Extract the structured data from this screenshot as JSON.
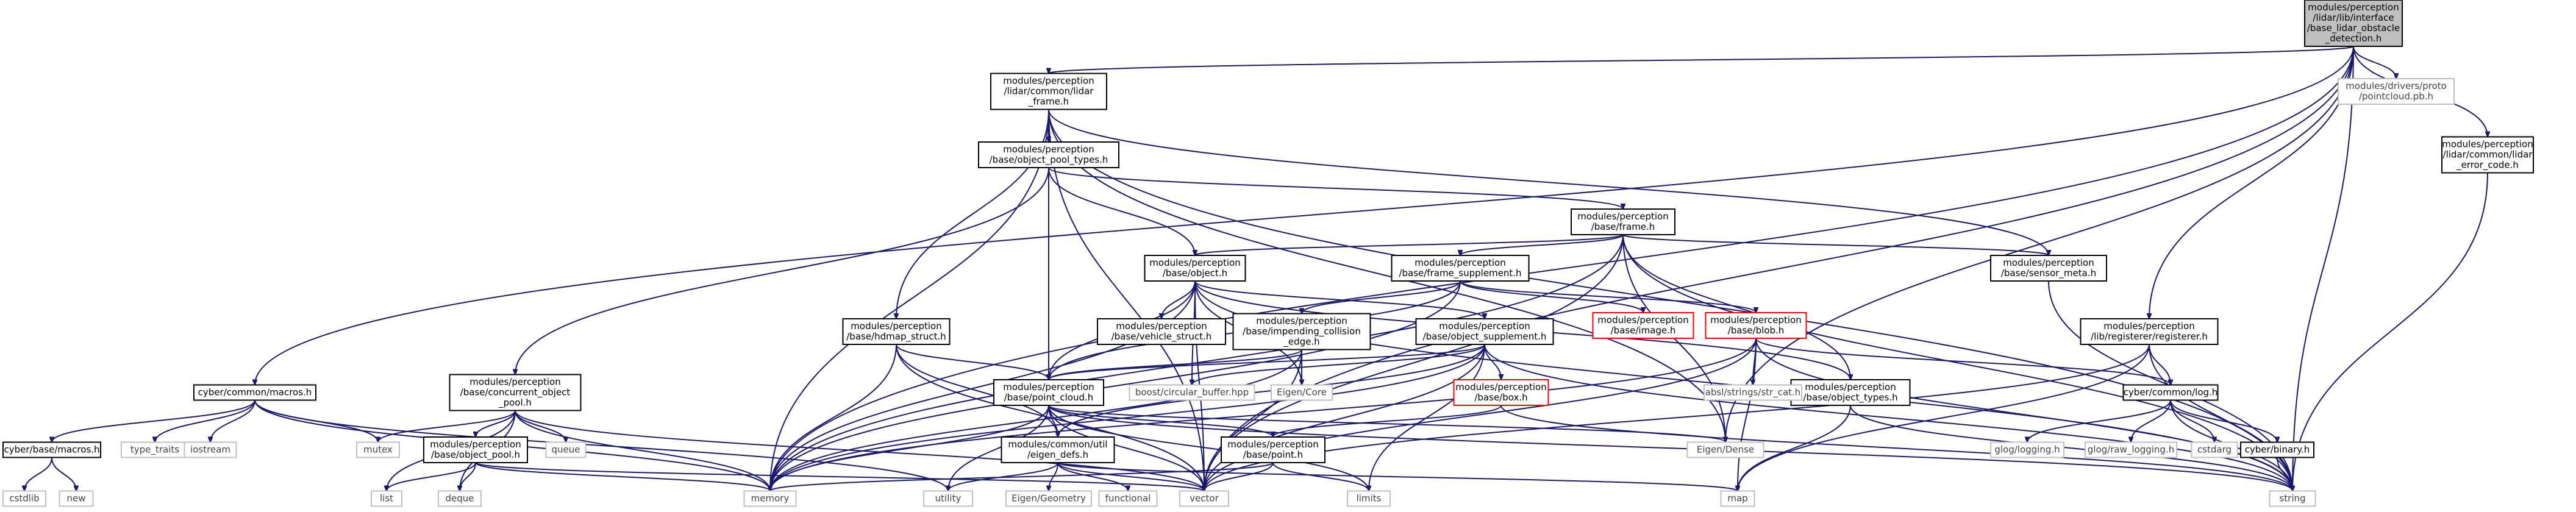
{
  "diagram": {
    "type": "include-dependency-graph",
    "colors": {
      "edge": "#191970",
      "node_border_documented": "#000000",
      "node_border_undocumented": "#bfbfbf",
      "node_border_truncated": "#ff0000",
      "root_fill": "#bfbfbf"
    },
    "nodes": [
      {
        "id": "root",
        "kind": "root",
        "lines": [
          "modules/perception",
          "/lidar/lib/interface",
          "/base_lidar_obstacle",
          "_detection.h"
        ]
      },
      {
        "id": "lidar_frame",
        "kind": "black",
        "lines": [
          "modules/perception",
          "/lidar/common/lidar",
          "_frame.h"
        ]
      },
      {
        "id": "macros",
        "kind": "black",
        "lines": [
          "cyber/common/macros.h"
        ]
      },
      {
        "id": "pointcloud_pb",
        "kind": "gray",
        "lines": [
          "modules/drivers/proto",
          "/pointcloud.pb.h"
        ]
      },
      {
        "id": "lidar_error_code",
        "kind": "black",
        "lines": [
          "modules/perception",
          "/lidar/common/lidar",
          "_error_code.h"
        ]
      },
      {
        "id": "object_pool_types",
        "kind": "black",
        "lines": [
          "modules/perception",
          "/base/object_pool_types.h"
        ]
      },
      {
        "id": "frame",
        "kind": "black",
        "lines": [
          "modules/perception",
          "/base/frame.h"
        ]
      },
      {
        "id": "object",
        "kind": "black",
        "lines": [
          "modules/perception",
          "/base/object.h"
        ]
      },
      {
        "id": "frame_supplement",
        "kind": "black",
        "lines": [
          "modules/perception",
          "/base/frame_supplement.h"
        ]
      },
      {
        "id": "sensor_meta",
        "kind": "black",
        "lines": [
          "modules/perception",
          "/base/sensor_meta.h"
        ]
      },
      {
        "id": "registerer",
        "kind": "black",
        "lines": [
          "modules/perception",
          "/lib/registerer/registerer.h"
        ]
      },
      {
        "id": "hdmap_struct",
        "kind": "black",
        "lines": [
          "modules/perception",
          "/base/hdmap_struct.h"
        ]
      },
      {
        "id": "vehicle_struct",
        "kind": "black",
        "lines": [
          "modules/perception",
          "/base/vehicle_struct.h"
        ]
      },
      {
        "id": "impending_collision",
        "kind": "black",
        "lines": [
          "modules/perception",
          "/base/impending_collision",
          "_edge.h"
        ]
      },
      {
        "id": "object_supplement",
        "kind": "black",
        "lines": [
          "modules/perception",
          "/base/object_supplement.h"
        ]
      },
      {
        "id": "image",
        "kind": "red",
        "lines": [
          "modules/perception",
          "/base/image.h"
        ]
      },
      {
        "id": "blob",
        "kind": "red",
        "lines": [
          "modules/perception",
          "/base/blob.h"
        ]
      },
      {
        "id": "concurrent_object_pool",
        "kind": "black",
        "lines": [
          "modules/perception",
          "/base/concurrent_object",
          "_pool.h"
        ]
      },
      {
        "id": "point_cloud",
        "kind": "black",
        "lines": [
          "modules/perception",
          "/base/point_cloud.h"
        ]
      },
      {
        "id": "object_types",
        "kind": "black",
        "lines": [
          "modules/perception",
          "/base/object_types.h"
        ]
      },
      {
        "id": "box",
        "kind": "red",
        "lines": [
          "modules/perception",
          "/base/box.h"
        ]
      },
      {
        "id": "boost_circular",
        "kind": "gray",
        "lines": [
          "boost/circular_buffer.hpp"
        ]
      },
      {
        "id": "eigen_core",
        "kind": "gray",
        "lines": [
          "Eigen/Core"
        ]
      },
      {
        "id": "absl_strcat",
        "kind": "gray",
        "lines": [
          "absl/strings/str_cat.h"
        ]
      },
      {
        "id": "log",
        "kind": "black",
        "lines": [
          "cyber/common/log.h"
        ]
      },
      {
        "id": "base_macros",
        "kind": "black",
        "lines": [
          "cyber/base/macros.h"
        ]
      },
      {
        "id": "type_traits",
        "kind": "gray",
        "lines": [
          "type_traits"
        ]
      },
      {
        "id": "iostream",
        "kind": "gray",
        "lines": [
          "iostream"
        ]
      },
      {
        "id": "mutex",
        "kind": "gray",
        "lines": [
          "mutex"
        ]
      },
      {
        "id": "object_pool",
        "kind": "black",
        "lines": [
          "modules/perception",
          "/base/object_pool.h"
        ]
      },
      {
        "id": "queue",
        "kind": "gray",
        "lines": [
          "queue"
        ]
      },
      {
        "id": "eigen_defs",
        "kind": "black",
        "lines": [
          "modules/common/util",
          "/eigen_defs.h"
        ]
      },
      {
        "id": "point",
        "kind": "black",
        "lines": [
          "modules/perception",
          "/base/point.h"
        ]
      },
      {
        "id": "eigen_dense",
        "kind": "gray",
        "lines": [
          "Eigen/Dense"
        ]
      },
      {
        "id": "glog_logging",
        "kind": "gray",
        "lines": [
          "glog/logging.h"
        ]
      },
      {
        "id": "glog_raw",
        "kind": "gray",
        "lines": [
          "glog/raw_logging.h"
        ]
      },
      {
        "id": "cstdarg",
        "kind": "gray",
        "lines": [
          "cstdarg"
        ]
      },
      {
        "id": "cyber_binary",
        "kind": "black",
        "lines": [
          "cyber/binary.h"
        ]
      },
      {
        "id": "cstdlib",
        "kind": "gray",
        "lines": [
          "cstdlib"
        ]
      },
      {
        "id": "new",
        "kind": "gray",
        "lines": [
          "new"
        ]
      },
      {
        "id": "list",
        "kind": "gray",
        "lines": [
          "list"
        ]
      },
      {
        "id": "deque",
        "kind": "gray",
        "lines": [
          "deque"
        ]
      },
      {
        "id": "memory",
        "kind": "gray",
        "lines": [
          "memory"
        ]
      },
      {
        "id": "utility",
        "kind": "gray",
        "lines": [
          "utility"
        ]
      },
      {
        "id": "eigen_geometry",
        "kind": "gray",
        "lines": [
          "Eigen/Geometry"
        ]
      },
      {
        "id": "functional",
        "kind": "gray",
        "lines": [
          "functional"
        ]
      },
      {
        "id": "vector",
        "kind": "gray",
        "lines": [
          "vector"
        ]
      },
      {
        "id": "limits",
        "kind": "gray",
        "lines": [
          "limits"
        ]
      },
      {
        "id": "map",
        "kind": "gray",
        "lines": [
          "map"
        ]
      },
      {
        "id": "string",
        "kind": "gray",
        "lines": [
          "string"
        ]
      }
    ],
    "edges": [
      [
        "root",
        "lidar_frame"
      ],
      [
        "root",
        "macros"
      ],
      [
        "root",
        "pointcloud_pb"
      ],
      [
        "root",
        "lidar_error_code"
      ],
      [
        "root",
        "registerer"
      ],
      [
        "root",
        "memory"
      ],
      [
        "root",
        "string"
      ],
      [
        "root",
        "vector"
      ],
      [
        "root",
        "eigen_dense"
      ],
      [
        "lidar_frame",
        "object_pool_types"
      ],
      [
        "lidar_frame",
        "hdmap_struct"
      ],
      [
        "lidar_frame",
        "point_cloud"
      ],
      [
        "lidar_frame",
        "sensor_meta"
      ],
      [
        "lidar_frame",
        "memory"
      ],
      [
        "lidar_frame",
        "vector"
      ],
      [
        "lidar_frame",
        "string"
      ],
      [
        "lidar_frame",
        "eigen_dense"
      ],
      [
        "object_pool_types",
        "concurrent_object_pool"
      ],
      [
        "object_pool_types",
        "frame"
      ],
      [
        "object_pool_types",
        "object"
      ],
      [
        "object_pool_types",
        "point_cloud"
      ],
      [
        "frame",
        "object"
      ],
      [
        "frame",
        "frame_supplement"
      ],
      [
        "frame",
        "sensor_meta"
      ],
      [
        "frame",
        "object_types"
      ],
      [
        "frame",
        "memory"
      ],
      [
        "frame",
        "vector"
      ],
      [
        "frame",
        "eigen_dense"
      ],
      [
        "frame",
        "string"
      ],
      [
        "object",
        "vehicle_struct"
      ],
      [
        "object",
        "object_supplement"
      ],
      [
        "object",
        "object_types"
      ],
      [
        "object",
        "point_cloud"
      ],
      [
        "object",
        "boost_circular"
      ],
      [
        "object",
        "eigen_core"
      ],
      [
        "object",
        "memory"
      ],
      [
        "object",
        "vector"
      ],
      [
        "object",
        "string"
      ],
      [
        "frame_supplement",
        "impending_collision"
      ],
      [
        "frame_supplement",
        "image"
      ],
      [
        "frame_supplement",
        "blob"
      ],
      [
        "frame_supplement",
        "point_cloud"
      ],
      [
        "frame_supplement",
        "memory"
      ],
      [
        "sensor_meta",
        "string"
      ],
      [
        "registerer",
        "log"
      ],
      [
        "registerer",
        "map"
      ],
      [
        "registerer",
        "string"
      ],
      [
        "registerer",
        "vector"
      ],
      [
        "hdmap_struct",
        "point_cloud"
      ],
      [
        "hdmap_struct",
        "eigen_defs"
      ],
      [
        "hdmap_struct",
        "memory"
      ],
      [
        "hdmap_struct",
        "vector"
      ],
      [
        "impending_collision",
        "point_cloud"
      ],
      [
        "impending_collision",
        "eigen_core"
      ],
      [
        "impending_collision",
        "memory"
      ],
      [
        "impending_collision",
        "vector"
      ],
      [
        "object_supplement",
        "box"
      ],
      [
        "object_supplement",
        "point_cloud"
      ],
      [
        "object_supplement",
        "boost_circular"
      ],
      [
        "object_supplement",
        "memory"
      ],
      [
        "object_supplement",
        "vector"
      ],
      [
        "object_supplement",
        "string"
      ],
      [
        "object_supplement",
        "limits"
      ],
      [
        "object_supplement",
        "eigen_defs"
      ],
      [
        "blob",
        "absl_strcat"
      ],
      [
        "blob",
        "log"
      ],
      [
        "blob",
        "memory"
      ],
      [
        "blob",
        "string"
      ],
      [
        "blob",
        "vector"
      ],
      [
        "blob",
        "map"
      ],
      [
        "concurrent_object_pool",
        "object_pool"
      ],
      [
        "concurrent_object_pool",
        "mutex"
      ],
      [
        "concurrent_object_pool",
        "queue"
      ],
      [
        "concurrent_object_pool",
        "list"
      ],
      [
        "concurrent_object_pool",
        "deque"
      ],
      [
        "concurrent_object_pool",
        "memory"
      ],
      [
        "concurrent_object_pool",
        "vector"
      ],
      [
        "point_cloud",
        "eigen_defs"
      ],
      [
        "point_cloud",
        "point"
      ],
      [
        "point_cloud",
        "eigen_dense"
      ],
      [
        "point_cloud",
        "memory"
      ],
      [
        "point_cloud",
        "vector"
      ],
      [
        "point_cloud",
        "string"
      ],
      [
        "point_cloud",
        "utility"
      ],
      [
        "point_cloud",
        "limits"
      ],
      [
        "object_types",
        "map"
      ],
      [
        "object_types",
        "string"
      ],
      [
        "box",
        "point"
      ],
      [
        "box",
        "string"
      ],
      [
        "log",
        "glog_logging"
      ],
      [
        "log",
        "glog_raw"
      ],
      [
        "log",
        "cstdarg"
      ],
      [
        "log",
        "cyber_binary"
      ],
      [
        "log",
        "string"
      ],
      [
        "cyber_binary",
        "string"
      ],
      [
        "macros",
        "base_macros"
      ],
      [
        "macros",
        "type_traits"
      ],
      [
        "macros",
        "iostream"
      ],
      [
        "macros",
        "mutex"
      ],
      [
        "macros",
        "memory"
      ],
      [
        "macros",
        "utility"
      ],
      [
        "base_macros",
        "cstdlib"
      ],
      [
        "base_macros",
        "new"
      ],
      [
        "object_pool",
        "list"
      ],
      [
        "object_pool",
        "deque"
      ],
      [
        "object_pool",
        "memory"
      ],
      [
        "object_pool",
        "vector"
      ],
      [
        "eigen_defs",
        "eigen_geometry"
      ],
      [
        "eigen_defs",
        "functional"
      ],
      [
        "eigen_defs",
        "map"
      ],
      [
        "eigen_defs",
        "utility"
      ],
      [
        "eigen_defs",
        "vector"
      ],
      [
        "point",
        "vector"
      ],
      [
        "point",
        "limits"
      ],
      [
        "point",
        "memory"
      ],
      [
        "lidar_error_code",
        "string"
      ]
    ]
  }
}
